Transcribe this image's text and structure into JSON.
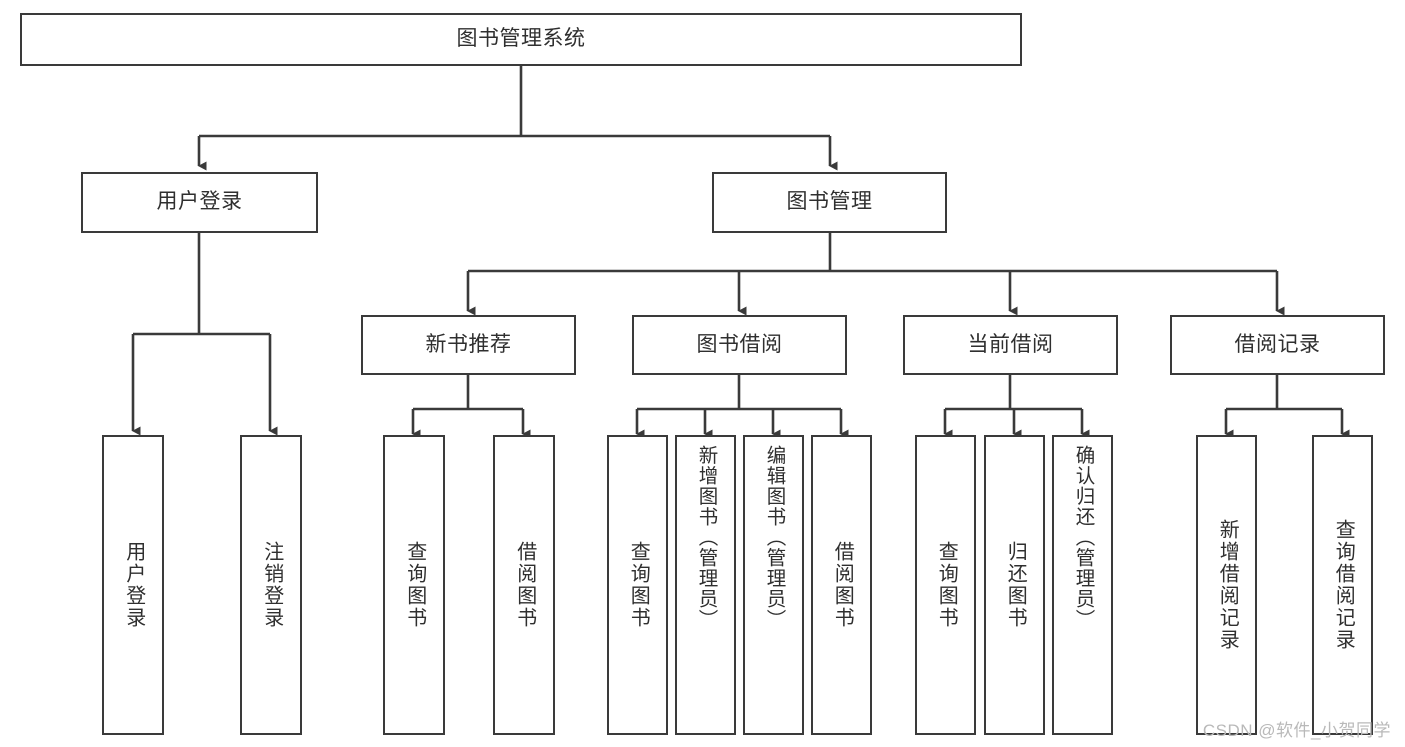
{
  "diagram": {
    "type": "tree-hierarchy-chart",
    "title": "图书管理系统",
    "line_color": "#3a3a3a",
    "text_color": "#2f2f2f",
    "background": "#ffffff",
    "root": {
      "id": "root",
      "label": "图书管理系统"
    },
    "level2": [
      {
        "id": "user-login",
        "label": "用户登录"
      },
      {
        "id": "book-manage",
        "label": "图书管理"
      }
    ],
    "level3": [
      {
        "id": "new-book-recommend",
        "label": "新书推荐",
        "parent": "book-manage"
      },
      {
        "id": "book-borrow",
        "label": "图书借阅",
        "parent": "book-manage"
      },
      {
        "id": "current-borrow",
        "label": "当前借阅",
        "parent": "book-manage"
      },
      {
        "id": "borrow-record",
        "label": "借阅记录",
        "parent": "book-manage"
      }
    ],
    "leaves": [
      {
        "id": "leaf-user-login",
        "label": "用户登录",
        "parent": "user-login"
      },
      {
        "id": "leaf-logout-login",
        "label": "注销登录",
        "parent": "user-login"
      },
      {
        "id": "leaf-query-book-1",
        "label": "查询图书",
        "parent": "new-book-recommend"
      },
      {
        "id": "leaf-borrow-book-1",
        "label": "借阅图书",
        "parent": "new-book-recommend"
      },
      {
        "id": "leaf-query-book-2",
        "label": "查询图书",
        "parent": "book-borrow"
      },
      {
        "id": "leaf-add-book",
        "label": "新增图书（管理员）",
        "parent": "book-borrow"
      },
      {
        "id": "leaf-edit-book",
        "label": "编辑图书（管理员）",
        "parent": "book-borrow"
      },
      {
        "id": "leaf-borrow-book-2",
        "label": "借阅图书",
        "parent": "book-borrow"
      },
      {
        "id": "leaf-query-book-3",
        "label": "查询图书",
        "parent": "current-borrow"
      },
      {
        "id": "leaf-return-book",
        "label": "归还图书",
        "parent": "current-borrow"
      },
      {
        "id": "leaf-confirm-return",
        "label": "确认归还（管理员）",
        "parent": "current-borrow"
      },
      {
        "id": "leaf-add-record",
        "label": "新增借阅记录",
        "parent": "borrow-record"
      },
      {
        "id": "leaf-query-record",
        "label": "查询借阅记录",
        "parent": "borrow-record"
      }
    ],
    "watermark": "CSDN @软件_小贺同学"
  }
}
